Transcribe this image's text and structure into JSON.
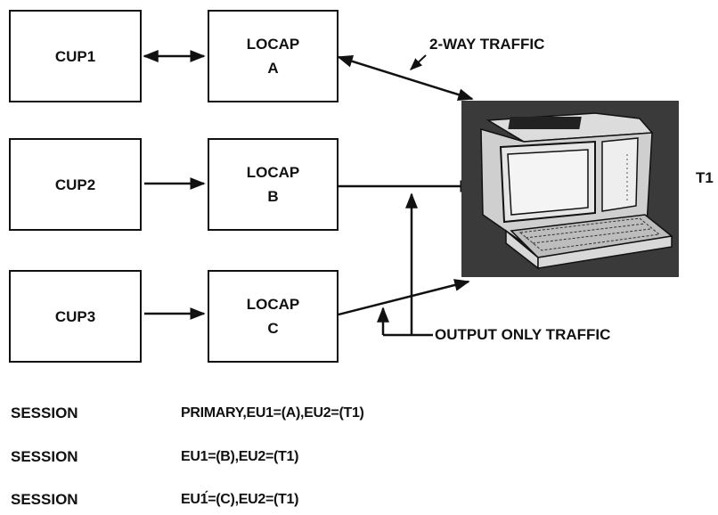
{
  "nodes": {
    "cup1": "CUP1",
    "cup2": "CUP2",
    "cup3": "CUP3",
    "locap_a": [
      "LOCAP",
      "A"
    ],
    "locap_b": [
      "LOCAP",
      "B"
    ],
    "locap_c": [
      "LOCAP",
      "C"
    ]
  },
  "labels": {
    "two_way": "2-WAY TRAFFIC",
    "output_only": "OUTPUT ONLY TRAFFIC",
    "terminal": "T1"
  },
  "sessions": [
    {
      "key": "SESSION",
      "value": "PRIMARY,EU1=(A),EU2=(T1)"
    },
    {
      "key": "SESSION",
      "value": "EU1=(B),EU2=(T1)"
    },
    {
      "key": "SESSION",
      "value": "EU1́=(C),EU2=(T1)"
    }
  ]
}
